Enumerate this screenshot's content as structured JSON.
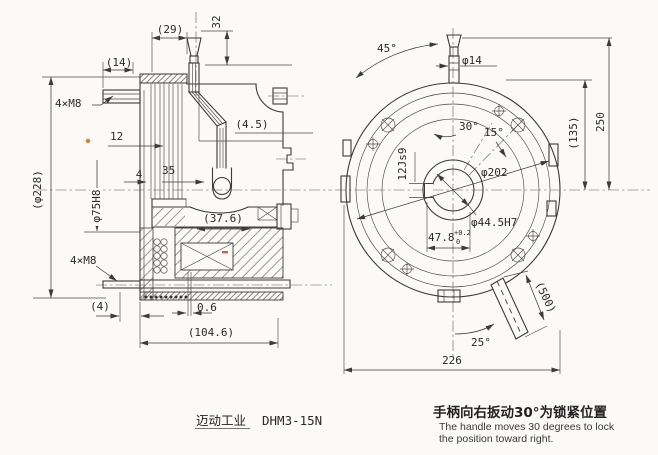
{
  "colors": {
    "paper": "#fbfaf6",
    "ink": "#3b3b3b"
  },
  "side_view": {
    "labels": {
      "width_top": "(29)",
      "knob_travel": "32",
      "flange_width": "(14)",
      "bolts_top": "4×M8",
      "disc_offset": "12",
      "gap_four": "4",
      "stack_width": "35",
      "outer_dia": "(φ228)",
      "hub_bore": "φ75H8",
      "gap_45": "(4.5)",
      "hub_length": "(37.6)",
      "bolts_bottom": "4×M8",
      "air_gap": "0.6",
      "pad_four": "(4)",
      "total_length": "(104.6)"
    }
  },
  "front_view": {
    "labels": {
      "angle_45": "45°",
      "knob_dia": "φ14",
      "angle_30": "30°",
      "angle_15": "15°",
      "radius_135": "(135)",
      "height_250": "250",
      "keyway": "12Js9",
      "bolt_circle_dia": "φ202",
      "bore_dia": "φ44.5H7",
      "key_depth": "47.8",
      "key_depth_tol_upper": "+0.2",
      "key_depth_tol_lower": "0",
      "handle_length": "(500)",
      "angle_25": "25°",
      "overall_width": "226"
    }
  },
  "footer": {
    "brand": "迈动工业",
    "model": "DHM3-15N",
    "note_zh": "手柄向右扳动30°为锁紧位置",
    "note_en1": "The handle moves 30 degrees to lock",
    "note_en2": "the position toward right."
  }
}
